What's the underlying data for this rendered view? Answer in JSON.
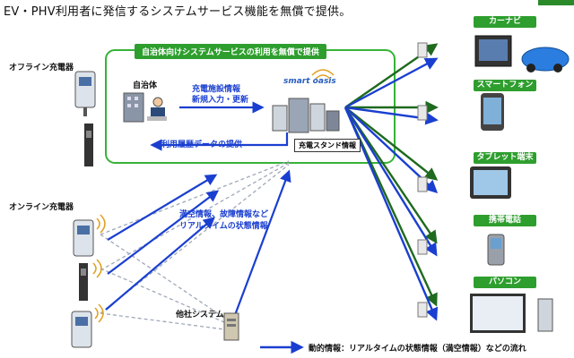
{
  "title": "EV・PHV利用者に発信するシステムサービス機能を無償で提供。",
  "banner": "自治体向けシステムサービスの利用を無償で提供",
  "left": {
    "offline_label": "オフライン充電器",
    "online_label": "オンライン充電器"
  },
  "center": {
    "municipality_label": "自治体",
    "register_line1": "充電施設情報",
    "register_line2": "新規入力・更新",
    "logo_text": "smart oasis",
    "history_text": "利用履歴データの提供",
    "stand_info": "充電スタンド情報",
    "status_line1": "満空情報、故障情報など",
    "status_line2": "リアルタイムの状態情報",
    "other_system": "他社システム"
  },
  "devices": [
    {
      "label": "カーナビ"
    },
    {
      "label": "スマートフォン"
    },
    {
      "label": "タブレット端末"
    },
    {
      "label": "携帯電話"
    },
    {
      "label": "パソコン"
    }
  ],
  "legend": {
    "dynamic": "動的情報：リアルタイムの状態情報（満空情報）などの流れ"
  },
  "colors": {
    "accent_green": "#2e9e2e",
    "arrow_blue": "#1a3fd0",
    "arrow_dark_green": "#1f6a1f"
  }
}
